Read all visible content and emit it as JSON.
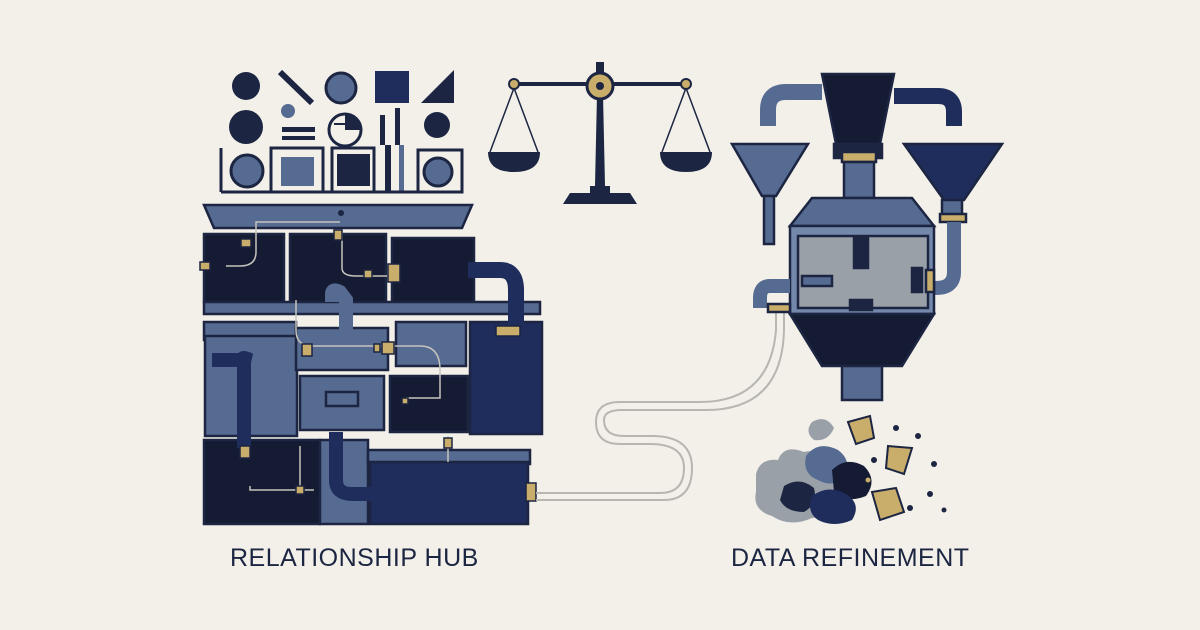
{
  "captions": {
    "left": "RELATIONSHIP HUB",
    "right": "DATA REFINEMENT"
  },
  "colors": {
    "background": "#f3f0ea",
    "navy": "#1c2541",
    "deep_navy": "#141b33",
    "slate": "#566b91",
    "light_slate": "#7488ab",
    "gray": "#9aa0a8",
    "gold": "#c9ad6a",
    "line": "#b8b6b0"
  },
  "icons": [
    "shape-grid-illustration",
    "balance-scale-illustration",
    "relationship-hub-machine",
    "data-refinement-machine",
    "particle-pile-illustration"
  ]
}
